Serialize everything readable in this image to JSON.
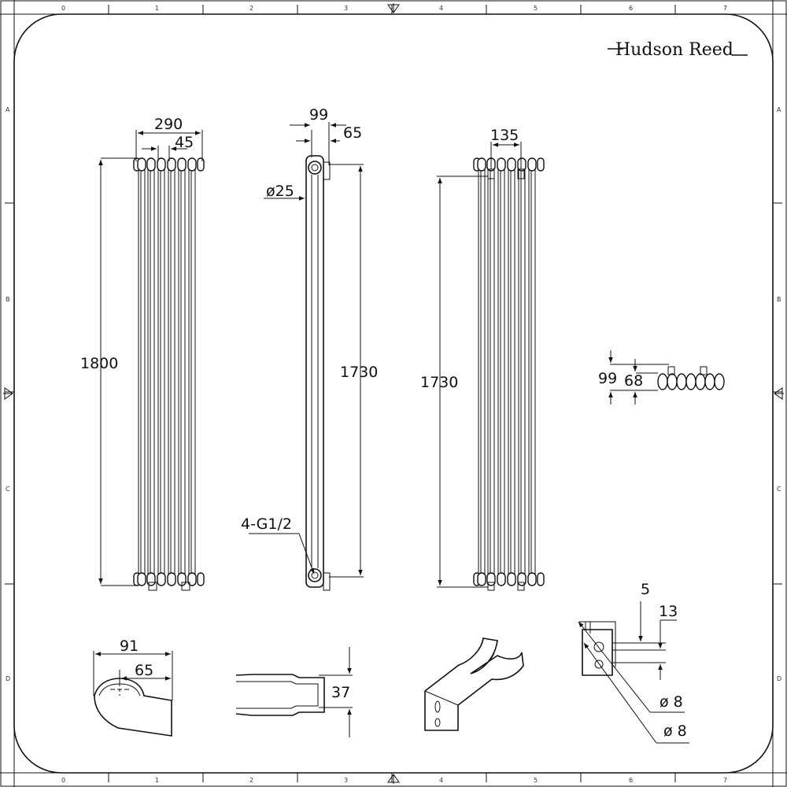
{
  "brand": "Hudson Reed",
  "frame": {
    "columns": [
      "0",
      "1",
      "2",
      "3",
      "4",
      "5",
      "6",
      "7"
    ],
    "rows": [
      "A",
      "B",
      "C",
      "D"
    ]
  },
  "front_view": {
    "width": "290",
    "pitch": "45",
    "height": "1800"
  },
  "side_view": {
    "depth_total": "99",
    "depth_wall": "65",
    "pipe_dia": "ø25",
    "centres": "1730",
    "connections": "4-G1/2"
  },
  "rear_view": {
    "bracket_spacing": "135",
    "centres": "1730"
  },
  "top_view": {
    "depth_total": "99",
    "depth_wall": "68"
  },
  "bracket_a": {
    "length": "91",
    "centres": "65"
  },
  "bracket_b": {
    "height": "37"
  },
  "bracket_d": {
    "offset_top": "5",
    "offset": "13",
    "hole_1": "ø 8",
    "hole_2": "ø 8"
  }
}
